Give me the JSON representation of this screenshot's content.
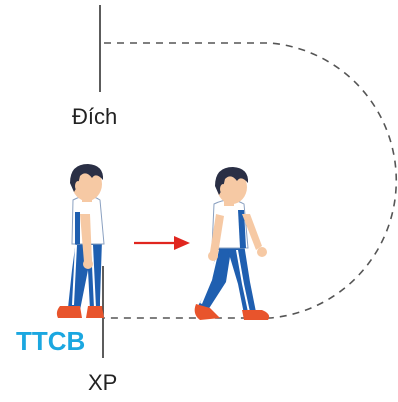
{
  "labels": {
    "finish": "Đích",
    "ready_position": "TTCB",
    "start": "XP"
  },
  "icons": {
    "boy_ready": "boy-standing-icon",
    "boy_walking": "boy-walking-icon",
    "direction": "arrow-right-icon"
  },
  "colors": {
    "ready_label": "#1ba7e0",
    "arrow": "#e0261f",
    "track": "#555555",
    "shirt": "#ffffff",
    "pants": "#1f5fb0",
    "pants_stripe": "#ffffff",
    "shoes": "#e8542c",
    "skin": "#f6c9a4",
    "hair": "#2a2f45"
  }
}
